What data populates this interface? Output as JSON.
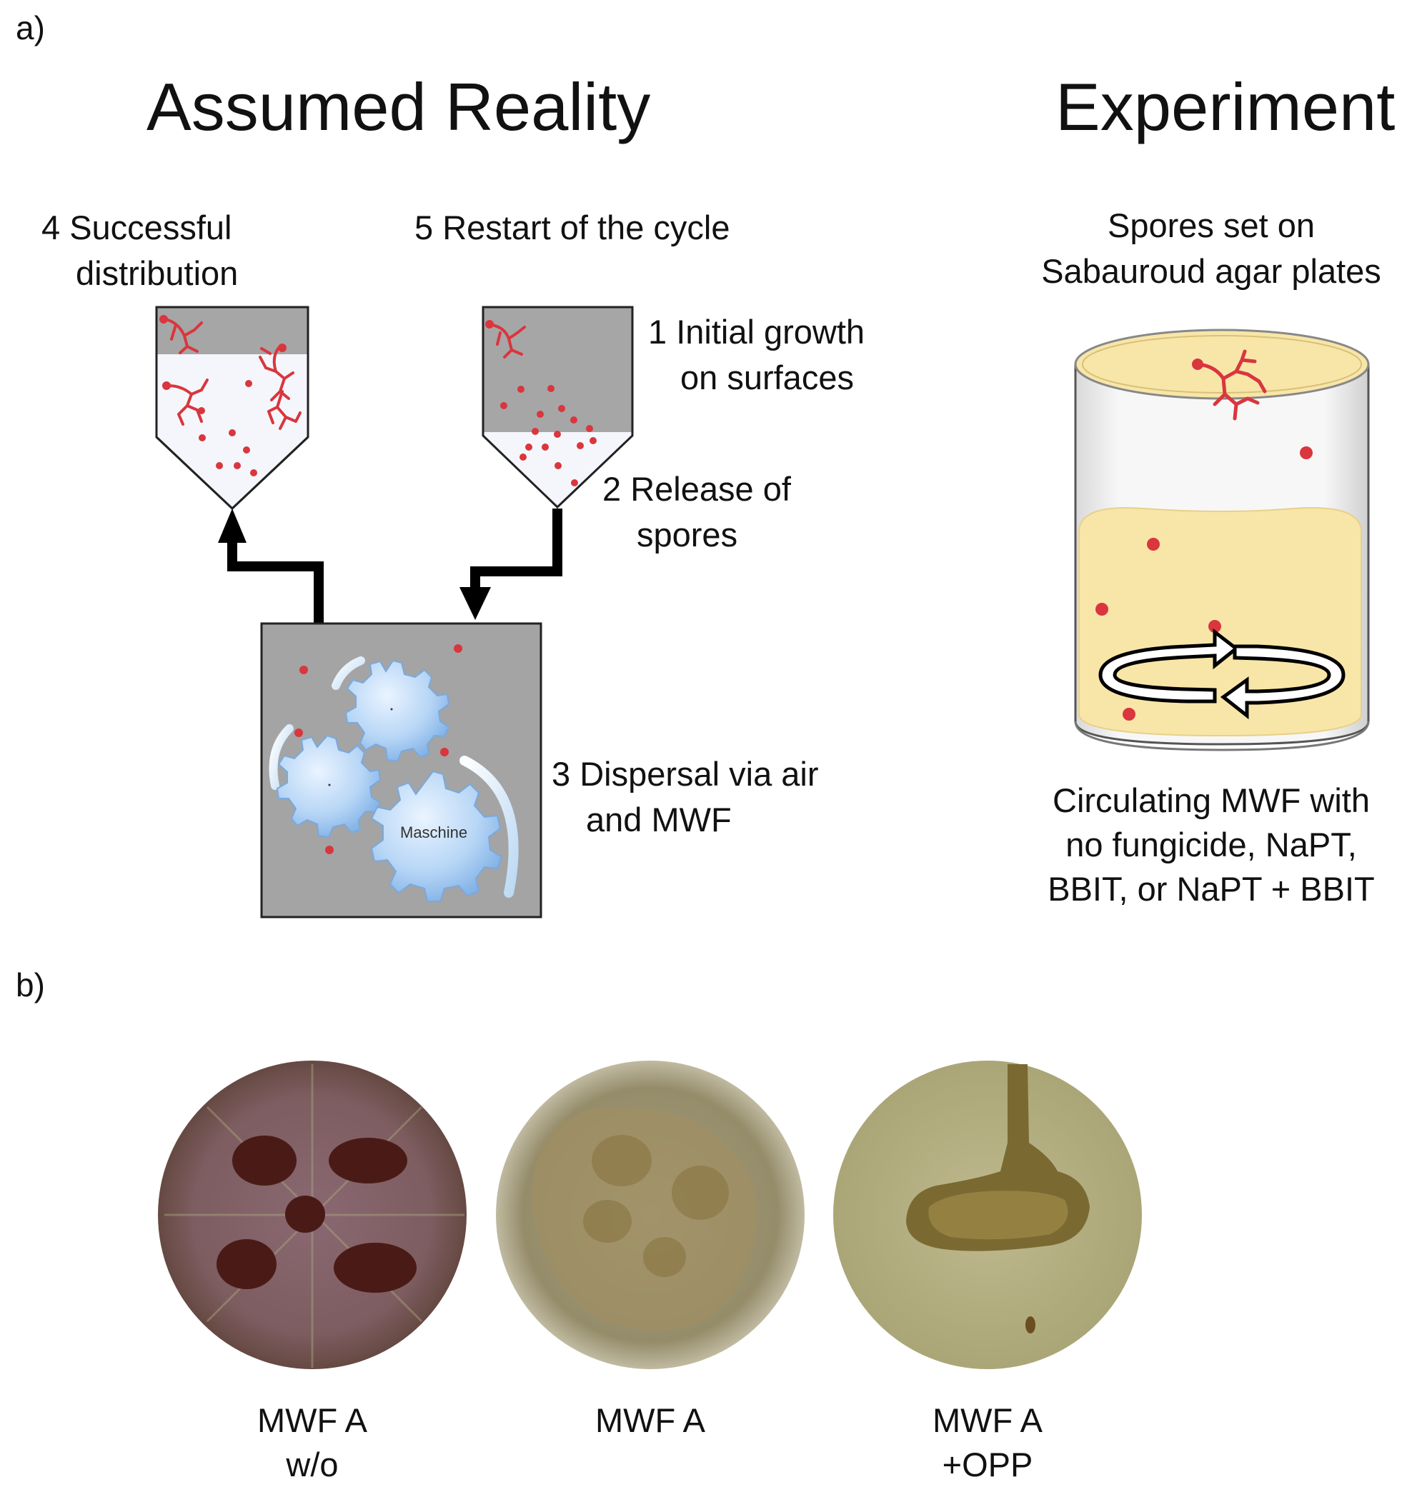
{
  "panel_a": {
    "label": "a)",
    "title_left": "Assumed Reality",
    "title_right": "Experiment",
    "step4": [
      "4 Successful",
      "distribution"
    ],
    "step5": "5 Restart of the cycle",
    "step1": [
      "1 Initial growth",
      "on surfaces"
    ],
    "step2": [
      "2 Release of",
      "spores"
    ],
    "step3": [
      "3 Dispersal via air",
      "and MWF"
    ],
    "machine_label": "Maschine",
    "experiment_top": [
      "Spores set on",
      "Sabauroud agar plates"
    ],
    "experiment_bottom": [
      "Circulating MWF with",
      "no fungicide, NaPT,",
      "BBIT, or NaPT + BBIT"
    ]
  },
  "panel_b": {
    "label": "b)",
    "plates": [
      {
        "caption": [
          "MWF A",
          "w/o"
        ]
      },
      {
        "caption": [
          "MWF A"
        ]
      },
      {
        "caption": [
          "MWF A",
          "+OPP"
        ]
      }
    ]
  },
  "colors": {
    "spore_red": "#d9363e",
    "hopper_gray": "#a6a6a6",
    "gear_blue": "#a9cdf2",
    "agar_yellow": "#f8e6a8"
  }
}
